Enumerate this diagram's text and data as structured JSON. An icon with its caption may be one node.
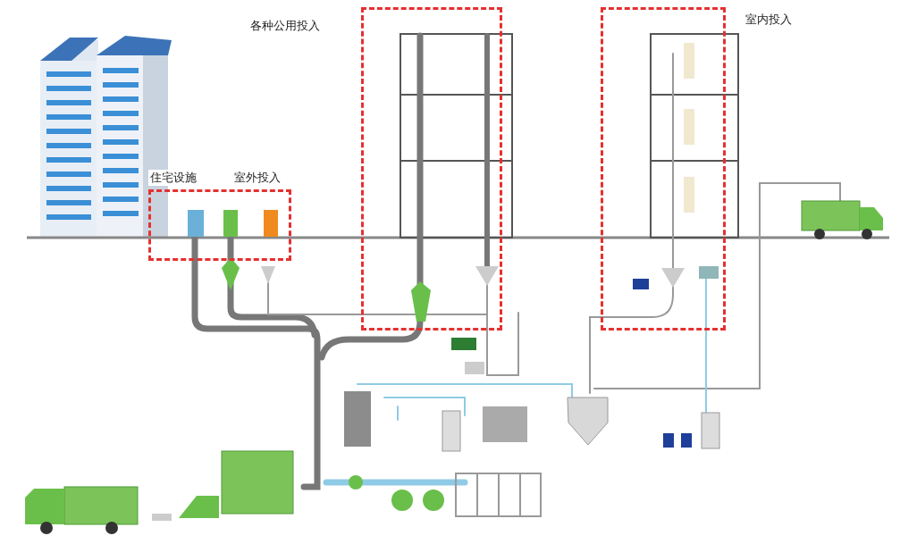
{
  "diagram": {
    "nodes": [
      {
        "text": [
          "住宅设施",
          "室外投入"
        ]
      },
      {
        "text": [
          "各种公用投入"
        ]
      },
      {
        "text": [
          "室内投入"
        ]
      }
    ]
  }
}
